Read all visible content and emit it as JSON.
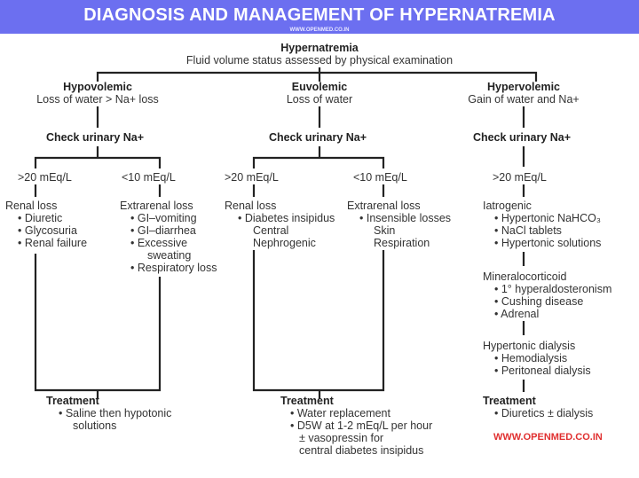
{
  "header": {
    "title": "DIAGNOSIS AND MANAGEMENT OF HYPERNATREMIA",
    "website": "WWW.OPENMED.CO.IN"
  },
  "root": {
    "title": "Hypernatremia",
    "subtitle": "Fluid volume status assessed by physical examination"
  },
  "hypovolemic": {
    "title": "Hypovolemic",
    "subtitle": "Loss of water > Na+ loss",
    "check": "Check urinary Na+",
    "high": {
      "label": ">20 mEq/L",
      "heading": "Renal loss",
      "items": [
        "• Diuretic",
        "• Glycosuria",
        "• Renal failure"
      ]
    },
    "low": {
      "label": "<10 mEq/L",
      "heading": "Extrarenal loss",
      "items": [
        "• GI–vomiting",
        "• GI–diarrhea",
        "• Excessive",
        "sweating",
        "• Respiratory loss"
      ]
    },
    "treatment": {
      "heading": "Treatment",
      "items": [
        "• Saline then hypotonic",
        "solutions"
      ]
    }
  },
  "euvolemic": {
    "title": "Euvolemic",
    "subtitle": "Loss of water",
    "check": "Check urinary Na+",
    "high": {
      "label": ">20 mEq/L",
      "heading": "Renal loss",
      "items": [
        "• Diabetes insipidus",
        "Central",
        "Nephrogenic"
      ]
    },
    "low": {
      "label": "<10 mEq/L",
      "heading": "Extrarenal loss",
      "items": [
        "• Insensible losses",
        "Skin",
        "Respiration"
      ]
    },
    "treatment": {
      "heading": "Treatment",
      "items": [
        "• Water replacement",
        "• D5W at 1-2 mEq/L per hour",
        "± vasopressin for",
        "central diabetes insipidus"
      ]
    }
  },
  "hypervolemic": {
    "title": "Hypervolemic",
    "subtitle": "Gain of water and Na+",
    "check": "Check urinary Na+",
    "high": {
      "label": ">20 mEq/L"
    },
    "iatrogenic": {
      "heading": "Iatrogenic",
      "items": [
        "• Hypertonic NaHCO₃",
        "• NaCl tablets",
        "• Hypertonic solutions"
      ]
    },
    "mineralocorticoid": {
      "heading": "Mineralocorticoid",
      "items": [
        "• 1° hyperaldosteronism",
        "• Cushing disease",
        "• Adrenal"
      ]
    },
    "dialysis": {
      "heading": "Hypertonic dialysis",
      "items": [
        "• Hemodialysis",
        "• Peritoneal dialysis"
      ]
    },
    "treatment": {
      "heading": "Treatment",
      "items": [
        "• Diuretics ± dialysis"
      ]
    }
  },
  "watermark": "WWW.OPENMED.CO.IN",
  "colors": {
    "banner": "#6c6ff0",
    "watermark": "#e03030",
    "lines": "#222222"
  }
}
